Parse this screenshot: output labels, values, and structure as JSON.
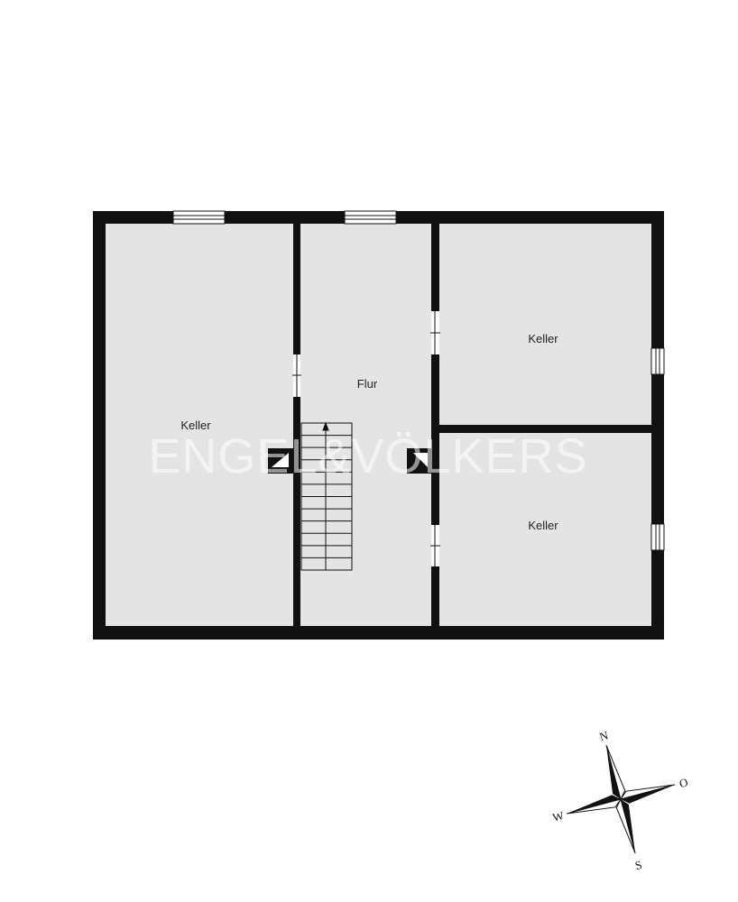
{
  "colors": {
    "wall": "#111111",
    "room_fill": "#e4e4e4",
    "background": "#ffffff",
    "window_fill": "#ffffff"
  },
  "watermark": {
    "text": "ENGEL&VÖLKERS"
  },
  "rooms": [
    {
      "id": "keller-left",
      "label": "Keller"
    },
    {
      "id": "flur",
      "label": "Flur"
    },
    {
      "id": "keller-top-right",
      "label": "Keller"
    },
    {
      "id": "keller-bottom-right",
      "label": "Keller"
    }
  ],
  "compass": {
    "north": "N",
    "east": "O",
    "south": "S",
    "west": "W"
  },
  "icons": {
    "stair": "staircase-icon",
    "chimney": "chimney-icon",
    "compass": "compass-rose-icon"
  }
}
